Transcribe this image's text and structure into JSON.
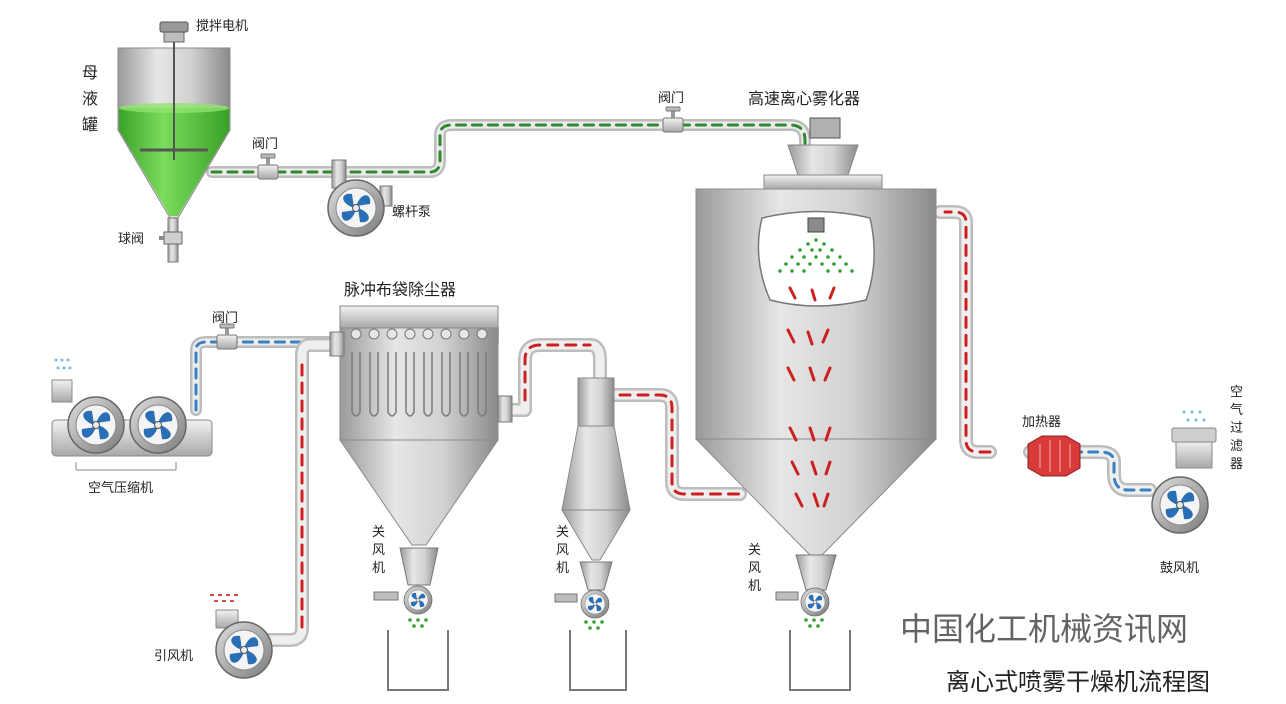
{
  "title": "离心式喷雾干燥机流程图",
  "watermark": "中国化工机械资讯网",
  "labels": {
    "motor": "搅拌电机",
    "tank": "母液罐",
    "ball_valve": "球阀",
    "valve_top_left": "阀门",
    "screw_pump": "螺杆泵",
    "valve_top_mid": "阀门",
    "atomizer": "高速离心雾化器",
    "bag_filter": "脉冲布袋除尘器",
    "valve_compressor": "阀门",
    "air_compressor": "空气压缩机",
    "induced_fan": "引风机",
    "airlock_1": "关风机",
    "airlock_2": "关风机",
    "airlock_3": "关风机",
    "heater": "加热器",
    "air_filter": "空气过滤器",
    "blower": "鼓风机"
  },
  "colors": {
    "vessel": "#c9c9c9",
    "vessel_dark": "#8e8e8e",
    "liquid": "#4fbf3a",
    "pipe": "#e8e8e8",
    "flow_red": "#cc2020",
    "flow_green": "#2f8a2f",
    "flow_blue": "#3a7fc0",
    "fan_blue": "#2a6fb5",
    "heater_red": "#d93a3a"
  },
  "icons": [
    "motor-icon",
    "fan-icon",
    "valve-icon",
    "spray-nozzle-icon",
    "filter-bag-icon",
    "heater-icon"
  ]
}
